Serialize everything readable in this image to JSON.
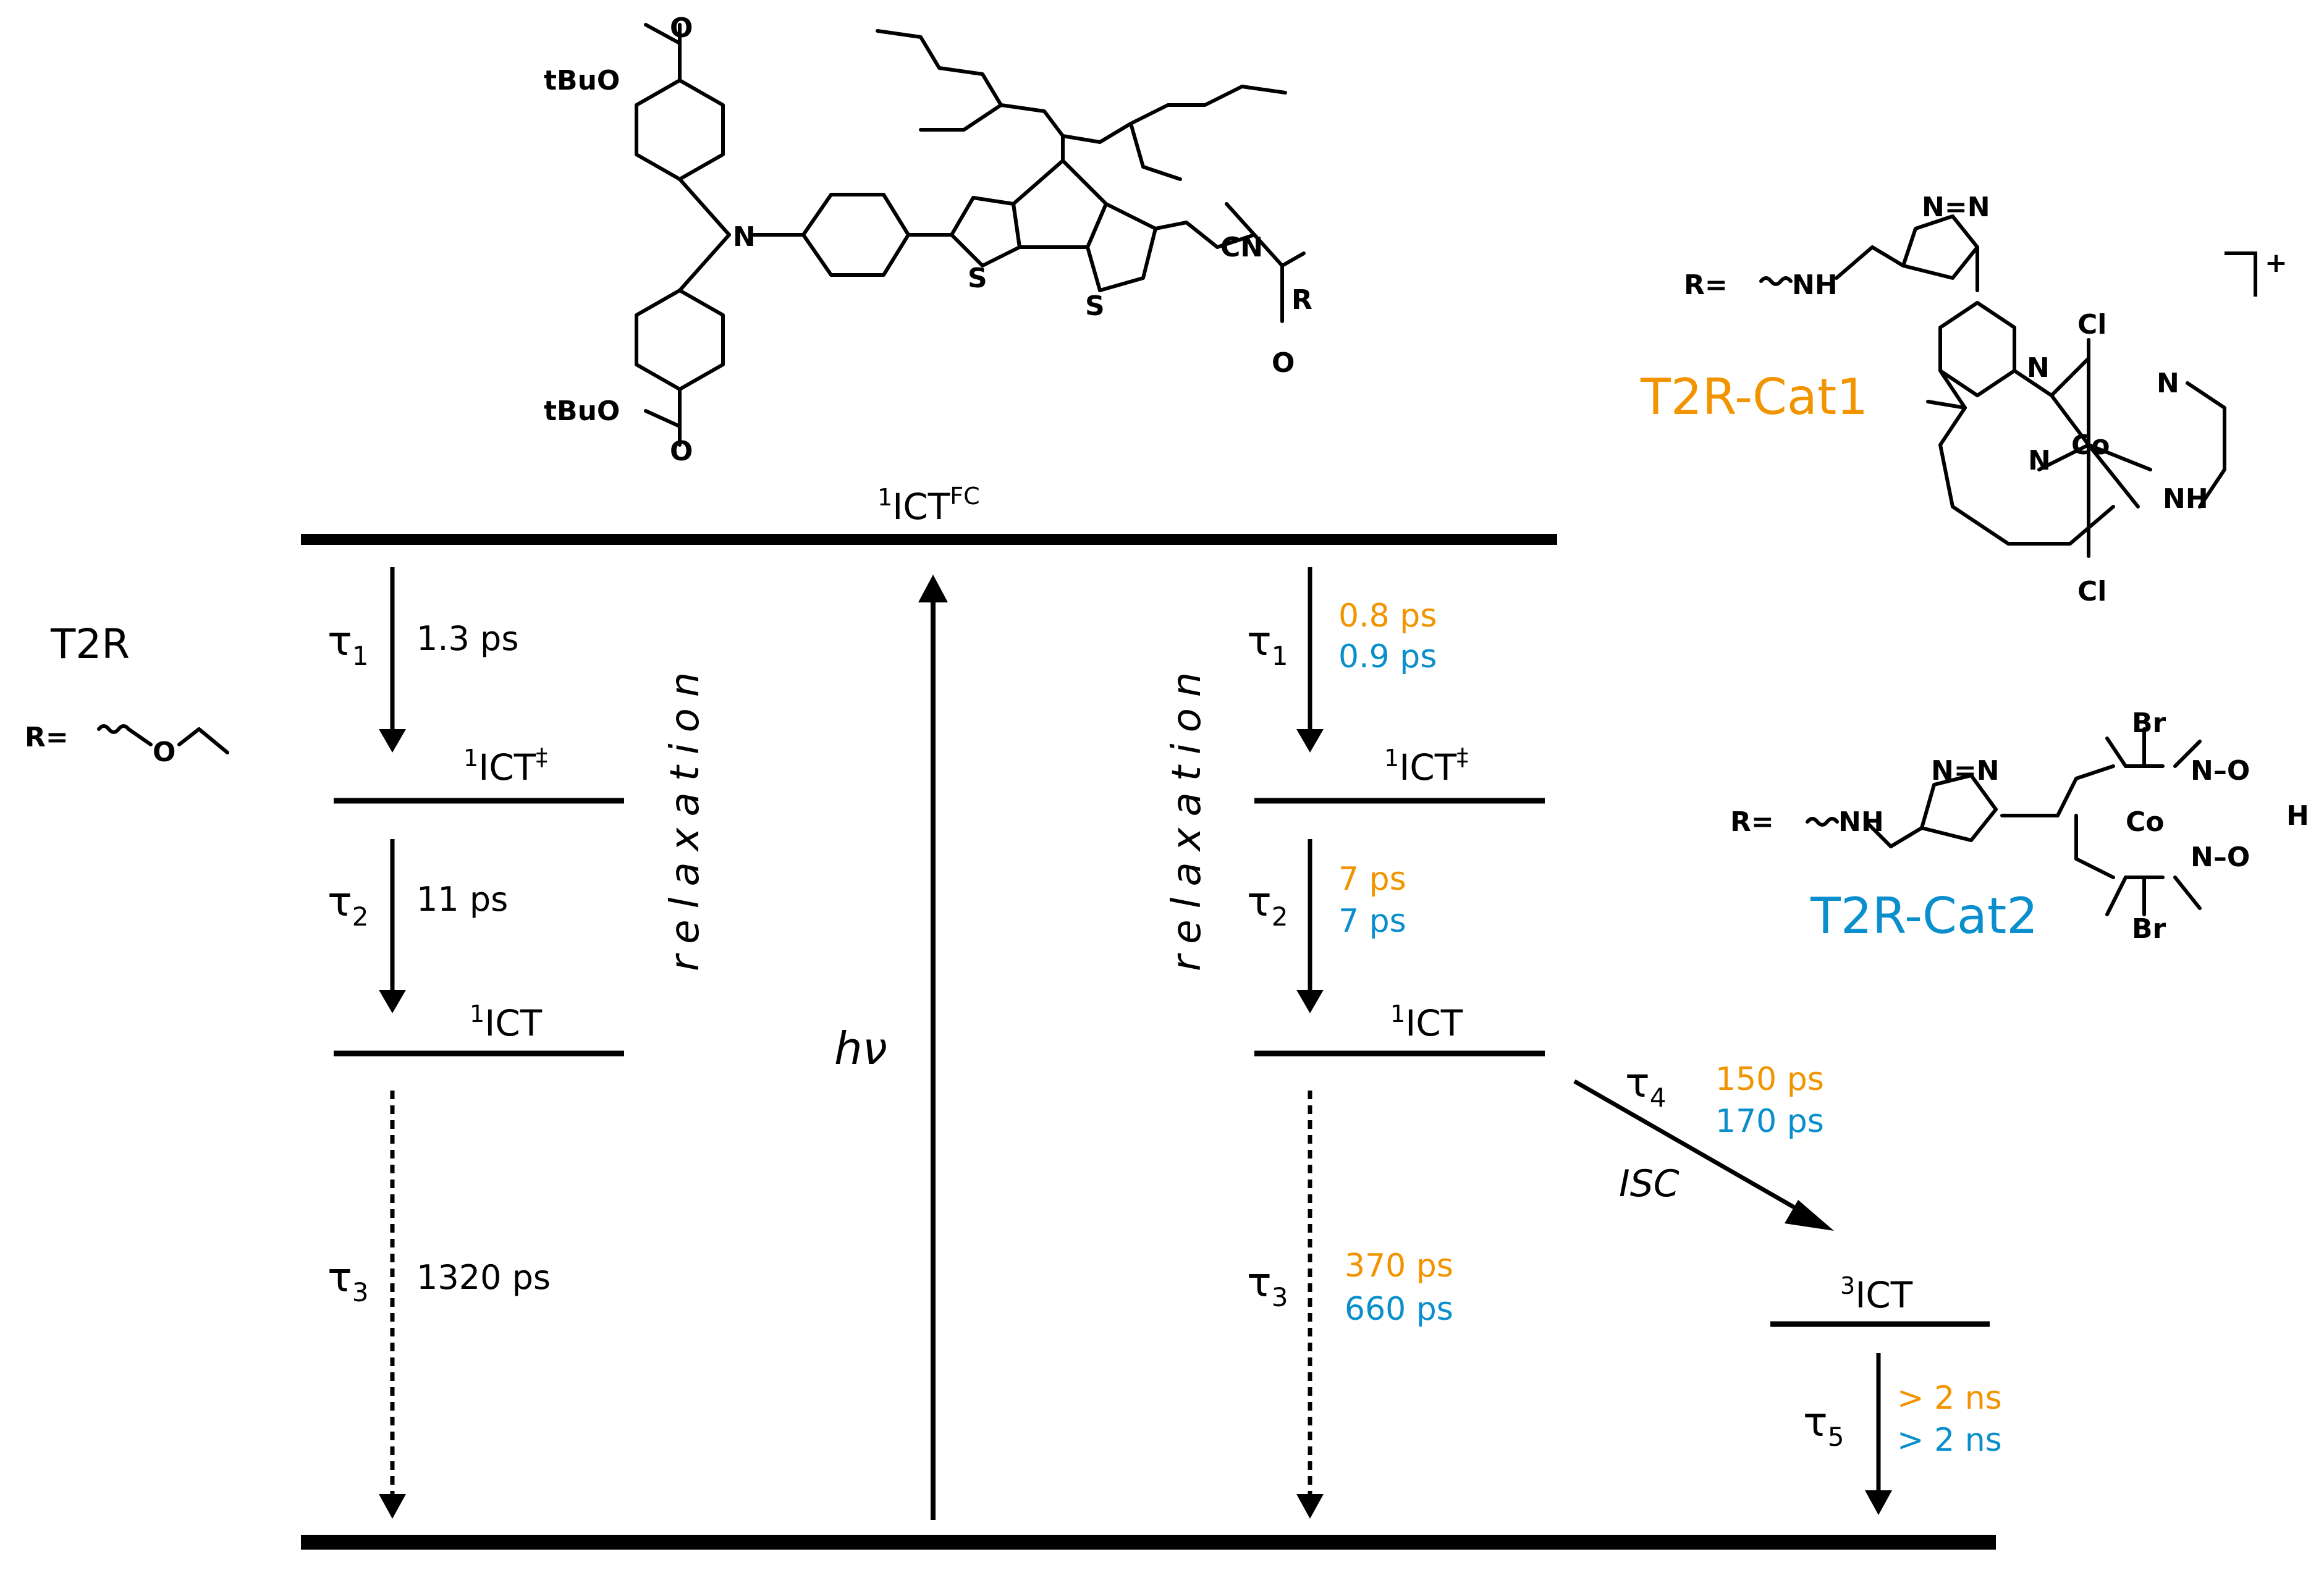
{
  "states": {
    "ict_fc": {
      "base": "ICT",
      "pre": "1",
      "sup": "FC"
    },
    "ict_dd_left": {
      "base": "ICT",
      "pre": "1",
      "sup": "‡"
    },
    "ict_left": {
      "base": "ICT",
      "pre": "1"
    },
    "ict_dd_right": {
      "base": "ICT",
      "pre": "1",
      "sup": "‡"
    },
    "ict_right": {
      "base": "ICT",
      "pre": "1"
    },
    "ict_triplet": {
      "base": "ICT",
      "pre": "3"
    }
  },
  "left": {
    "name": "T2R",
    "r_label": "R=",
    "tau1": {
      "sym": "τ",
      "sub": "1",
      "value": "1.3 ps"
    },
    "tau2": {
      "sym": "τ",
      "sub": "2",
      "value": "11 ps"
    },
    "tau3": {
      "sym": "τ",
      "sub": "3",
      "value": "1320 ps"
    },
    "relaxation": "relaxation"
  },
  "center": {
    "excitation": "hν"
  },
  "right": {
    "relaxation": "relaxation",
    "tau1": {
      "sym": "τ",
      "sub": "1",
      "cat1": "0.8 ps",
      "cat2": "0.9 ps"
    },
    "tau2": {
      "sym": "τ",
      "sub": "2",
      "cat1": "7 ps",
      "cat2": "7 ps"
    },
    "tau3": {
      "sym": "τ",
      "sub": "3",
      "cat1": "370 ps",
      "cat2": "660 ps"
    },
    "tau4": {
      "sym": "τ",
      "sub": "4",
      "cat1": "150 ps",
      "cat2": "170 ps",
      "label": "ISC"
    },
    "tau5": {
      "sym": "τ",
      "sub": "5",
      "cat1": "> 2 ns",
      "cat2": "> 2 ns"
    }
  },
  "catalysts": {
    "cat1": {
      "name": "T2R-Cat1",
      "r_label": "R=",
      "charge": "+"
    },
    "cat2": {
      "name": "T2R-Cat2",
      "r_label": "R="
    }
  },
  "molecule_labels": {
    "tbuo": "tBuO",
    "o": "O",
    "n": "N",
    "s": "S",
    "cn": "CN",
    "r": "R",
    "nh": "NH",
    "h": "H",
    "cl": "Cl",
    "co": "Co",
    "br": "Br",
    "n_o": "N–O",
    "n_n": "N=N"
  },
  "colors": {
    "cat1": "#F29400",
    "cat2": "#0A8FCC",
    "lines": "#000000"
  }
}
